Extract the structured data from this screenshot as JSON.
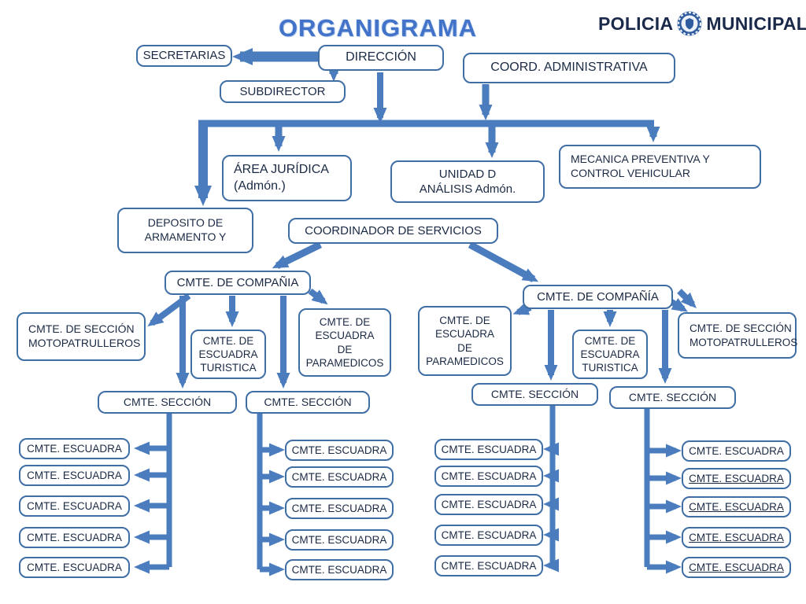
{
  "title": "ORGANIGRAMA",
  "logo": {
    "word1": "POLICIA",
    "word2": "MUNICIPAL"
  },
  "colors": {
    "arrow": "#4A7CBE",
    "box_border": "#3F6EA5",
    "box_text": "#1B2A44",
    "title": "#4273C8",
    "logo_text": "#1B2A4A",
    "logo_badge": "#2E5C9E"
  },
  "nodes": {
    "secretarias": "SECRETARIAS",
    "direccion": "DIRECCIÓN",
    "subdirector": "SUBDIRECTOR",
    "coord_administrativa": "COORD. ADMINISTRATIVA",
    "area_juridica": "ÁREA JURÍDICA\n(Admón.)",
    "unidad_analisis": "UNIDAD D\nANÁLISIS Admón.",
    "mecanica_preventiva": "MECANICA PREVENTIVA Y\nCONTROL VEHICULAR",
    "deposito_armamento": "DEPOSITO DE\nARMAMENTO Y",
    "coordinador_servicios": "COORDINADOR DE SERVICIOS",
    "compania_izq": "CMTE. DE COMPAÑIA",
    "compania_der": "CMTE. DE COMPAÑÍA",
    "seccion_motopatrulleros": "CMTE. DE SECCIÓN\nMOTOPATRULLEROS",
    "escuadra_turistica": "CMTE. DE\nESCUADRA\nTURISTICA",
    "escuadra_paramedicos": "CMTE. DE\nESCUADRA\nDE\nPARAMEDICOS",
    "seccion": "CMTE. SECCIÓN",
    "escuadra": "CMTE. ESCUADRA"
  }
}
